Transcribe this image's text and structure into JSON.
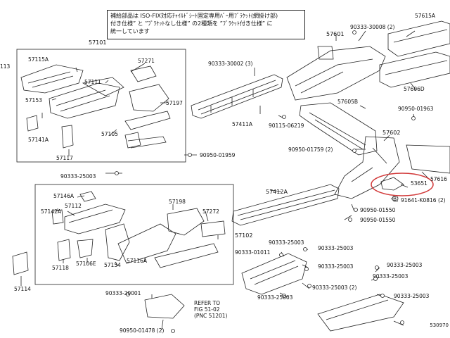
{
  "note": {
    "text": "補給部品は ISO-FIX対応ﾁｬｲﾙﾄﾞｼｰﾄ固定専用ﾊﾞｰ用ﾌﾞﾗｹｯﾄ(網掛け部)\n付き仕様” と ”ﾌﾞﾗｹｯﾄなし仕様” の2種類を ”ﾌﾞﾗｹｯﾄ付き仕様” に\n統一しています"
  },
  "reference": {
    "text": "REFER TO\nFIG 51-02\n(PNC 51201)"
  },
  "diagram_number": "530970",
  "labels": {
    "l57101": "57101",
    "l57115A": "57115A",
    "l57271": "57271",
    "l57111": "57111",
    "l57153": "57153",
    "l57197": "57197",
    "l57141A": "57141A",
    "l57105": "57105",
    "l57117": "57117",
    "l90333_25003_a": "90333-25003",
    "l90950_01959": "90950-01959",
    "l90333_30002": "90333-30002 (3)",
    "l57411A": "57411A",
    "l90115_06219": "90115-06219",
    "l57601": "57601",
    "l90333_30008": "90333-30008 (2)",
    "l57615A": "57615A",
    "l57606D": "57606D",
    "l57605B": "57605B",
    "l90950_01963": "90950-01963",
    "l57602": "57602",
    "l90950_01759": "90950-01759 (2)",
    "l57616": "57616",
    "l53651": "53651",
    "l91641_K0816": "91641-K0816 (2)",
    "l90950_01550": "90950-01550",
    "l57412A": "57412A",
    "l57146A": "57146A",
    "l57112": "57112",
    "l57142A": "57142A",
    "l57198": "57198",
    "l57272": "57272",
    "l57102": "57102",
    "l57118": "57118",
    "l57106E": "57106E",
    "l57154": "57154",
    "l57116A": "57116A",
    "l57114": "57114",
    "l90333_20001": "90333-20001",
    "l90950_01478": "90950-01478 (2)",
    "l90333_01011": "90333-01011",
    "l90333_25003_b": "90333-25003",
    "l90333_25003_c": "90333-25003",
    "l90333_25003_d": "90333-25003",
    "l90333_25003_e": "90333-25003 (2)",
    "l90333_25003_f": "90333-25003",
    "l90333_25003_g": "90333-25003",
    "l90333_25003_h": "90333-25003",
    "l90333_25003_i": "90333-25003",
    "l57113": "113",
    "lB": "B"
  },
  "colors": {
    "line": "#222222",
    "highlight": "#d23a3a"
  }
}
